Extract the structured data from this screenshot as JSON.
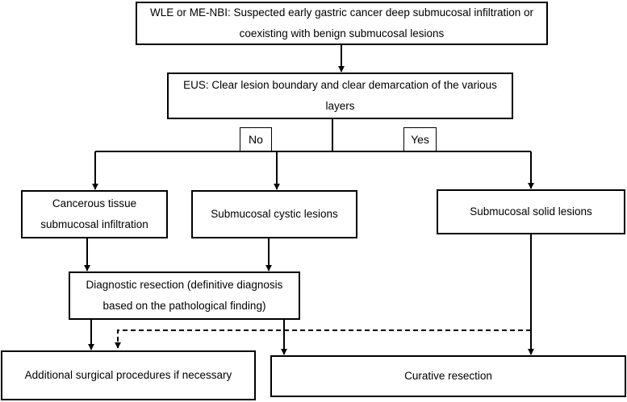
{
  "nodes": {
    "wle": "WLE or ME-NBI: Suspected early gastric cancer deep submucosal infiltration or coexisting with benign submucosal lesions",
    "eus": "EUS: Clear lesion boundary and clear demarcation of the various layers",
    "cancerous": "Cancerous tissue submucosal infiltration",
    "cystic": "Submucosal cystic lesions",
    "solid": "Submucosal solid lesions",
    "diagnostic": "Diagnostic resection (definitive diagnosis based on the pathological finding)",
    "surgical": "Additional surgical procedures if necessary",
    "curative": "Curative resection"
  },
  "labels": {
    "no": "No",
    "yes": "Yes"
  }
}
